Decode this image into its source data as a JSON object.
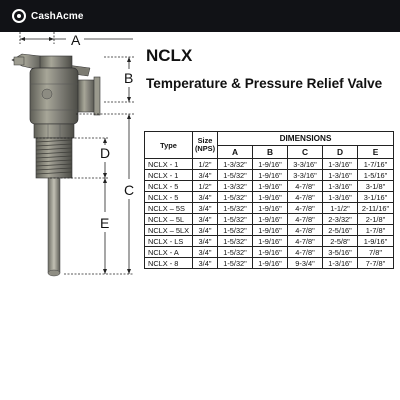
{
  "brand": {
    "name": "CashAcme"
  },
  "product": {
    "model": "NCLX",
    "title": "Temperature & Pressure Relief Valve"
  },
  "diagram": {
    "labels": [
      "A",
      "B",
      "C",
      "D",
      "E"
    ]
  },
  "table": {
    "type_header": "Type",
    "size_header": "Size (NPS)",
    "dimensions_header": "DIMENSIONS",
    "columns": [
      "A",
      "B",
      "C",
      "D",
      "E"
    ],
    "rows": [
      [
        "NCLX - 1",
        "1/2\"",
        "1-3/32\"",
        "1-9/16\"",
        "3-3/16\"",
        "1-3/16\"",
        "1-7/16\""
      ],
      [
        "NCLX - 1",
        "3/4\"",
        "1-5/32\"",
        "1-9/16\"",
        "3-3/16\"",
        "1-3/16\"",
        "1-5/16\""
      ],
      [
        "NCLX - 5",
        "1/2\"",
        "1-3/32\"",
        "1-9/16\"",
        "4-7/8\"",
        "1-3/16\"",
        "3-1/8\""
      ],
      [
        "NCLX - 5",
        "3/4\"",
        "1-5/32\"",
        "1-9/16\"",
        "4-7/8\"",
        "1-3/16\"",
        "3-1/16\""
      ],
      [
        "NCLX – 5S",
        "3/4\"",
        "1-5/32\"",
        "1-9/16\"",
        "4-7/8\"",
        "1-1/2\"",
        "2-11/16\""
      ],
      [
        "NCLX – 5L",
        "3/4\"",
        "1-5/32\"",
        "1-9/16\"",
        "4-7/8\"",
        "2-3/32\"",
        "2-1/8\""
      ],
      [
        "NCLX – 5LX",
        "3/4\"",
        "1-5/32\"",
        "1-9/16\"",
        "4-7/8\"",
        "2-5/16\"",
        "1-7/8\""
      ],
      [
        "NCLX - LS",
        "3/4\"",
        "1-5/32\"",
        "1-9/16\"",
        "4-7/8\"",
        "2-5/8\"",
        "1-9/16\""
      ],
      [
        "NCLX - A",
        "3/4\"",
        "1-5/32\"",
        "1-9/16\"",
        "4-7/8\"",
        "3-5/16\"",
        "7/8\""
      ],
      [
        "NCLX - 8",
        "3/4\"",
        "1-5/32\"",
        "1-9/16\"",
        "9-3/4\"",
        "1-3/16\"",
        "7-7/8\""
      ]
    ]
  }
}
